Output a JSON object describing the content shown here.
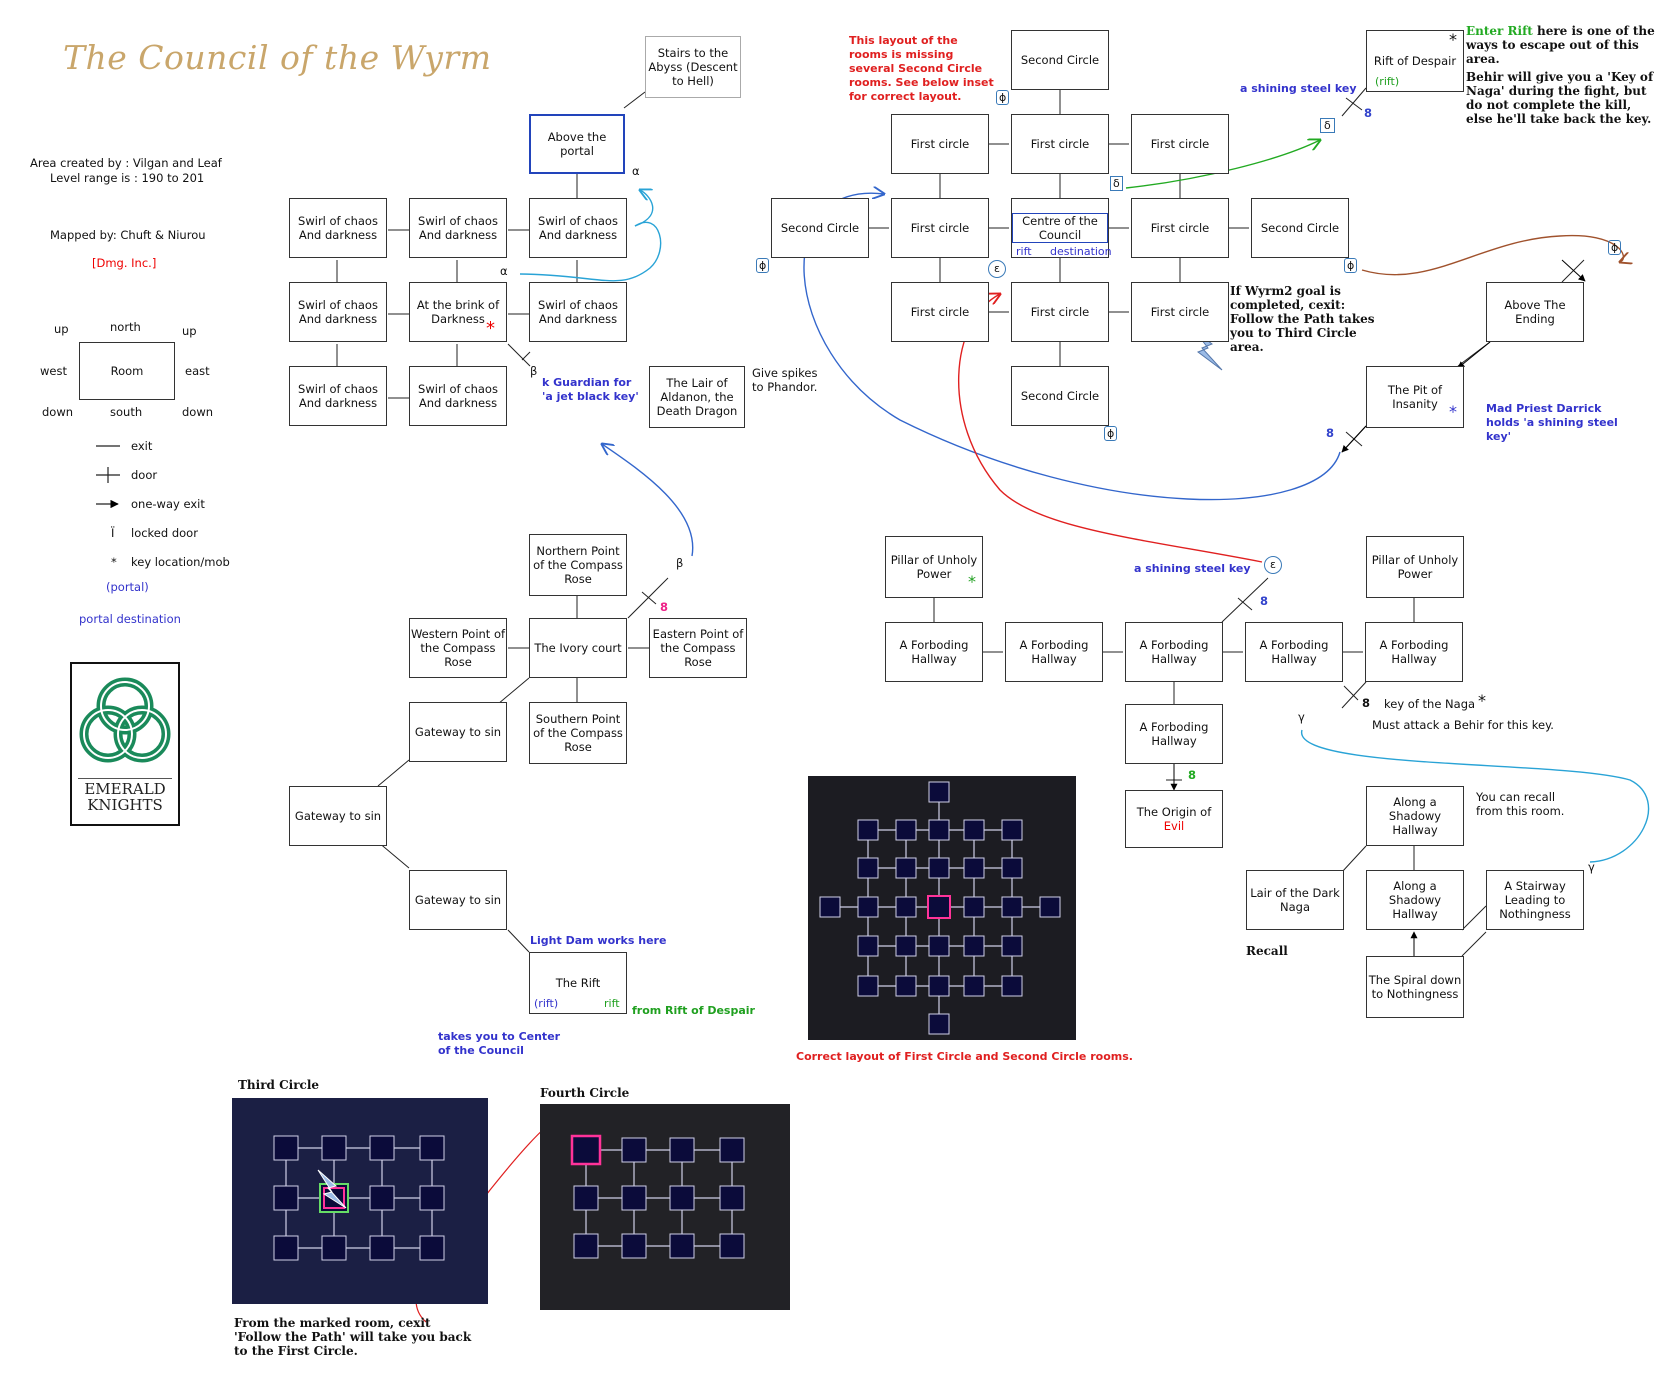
{
  "title": "The Council of the Wyrm",
  "info": {
    "area_created": "Area created by : Vilgan and Leaf",
    "level_range": "Level range is  : 190 to 201",
    "mapped_by": "Mapped by: Chuft & Niurou",
    "guild": "[Dmg. Inc.]"
  },
  "legend": {
    "up_left": "up",
    "north": "north",
    "up_right": "up",
    "west": "west",
    "room": "Room",
    "east": "east",
    "down_left": "down",
    "south": "south",
    "down_right": "down",
    "exit": "exit",
    "door": "door",
    "oneway": "one-way exit",
    "locked": "locked door",
    "locked_symbol": "Ï",
    "key": "key location/mob",
    "key_symbol": "*",
    "portal": "(portal)",
    "portal_dest": "portal destination"
  },
  "logo": {
    "line1": "EMERALD",
    "line2": "KNIGHTS"
  },
  "rooms": {
    "stairs": "Stairs to the Abyss (Descent to Hell)",
    "above_portal": "Above the portal",
    "swirl": "Swirl of chaos And darkness",
    "brink": "At the brink of Darkness",
    "lair_aldanon": "The Lair of Aldanon, the Death Dragon",
    "north_point": "Northern Point of the Compass Rose",
    "west_point": "Western Point of the Compass Rose",
    "ivory": "The Ivory court",
    "east_point": "Eastern Point of the Compass Rose",
    "south_point": "Southern Point of the Compass Rose",
    "gateway": "Gateway to sin",
    "rift": "The Rift",
    "second": "Second Circle",
    "first": "First circle",
    "centre": "Centre of the Council",
    "rift_despair": "Rift of Despair",
    "above_ending": "Above The Ending",
    "pit": "The Pit of Insanity",
    "pillar": "Pillar of Unholy Power",
    "forboding": "A Forboding Hallway",
    "origin_1": "The Origin of",
    "origin_2": "Evil",
    "shadowy": "Along a Shadowy Hallway",
    "lair_naga": "Lair of the Dark Naga",
    "stairway": "A Stairway Leading to Nothingness",
    "spiral": "The Spiral down to Nothingness"
  },
  "greek": {
    "alpha": "α",
    "beta": "β",
    "gamma": "γ",
    "delta": "δ",
    "epsilon": "ε",
    "phi": "ϕ",
    "locked_icon": "8"
  },
  "notes": {
    "guardian_1": "k Guardian for",
    "guardian_2": "'a jet black key'",
    "give_spikes_1": "Give spikes",
    "give_spikes_2": "to Phandor.",
    "layout_missing": "This layout of the rooms is missing several Second Circle rooms.  See below inset for correct layout.",
    "steel_key": "a shining steel key",
    "enter_rift_1": "Enter Rift",
    "enter_rift_2": " here is one of the ways to escape out of this area.",
    "behir": "Behir will give you a 'Key of Naga' during the fight, but do not complete the kill, else he'll take back the key.",
    "rift_label": "(rift)",
    "rift_word": "rift",
    "destination": "destination",
    "wyrm2": "If Wyrm2 goal is completed, cexit:  Follow the Path takes you to Third Circle area.",
    "mad_priest": "Mad Priest Darrick holds 'a shining steel key'",
    "key_naga": "key of the Naga",
    "behir_attack": "Must attack a Behir for this key.",
    "recall_here": "You can recall from this room.",
    "recall": "Recall",
    "light_dam": "Light Dam works here",
    "from_rift": "from Rift of Despair",
    "takes_you": "takes you to Center of the Council",
    "correct_layout": "Correct layout of First Circle and Second Circle rooms.",
    "third_circle": "Third Circle",
    "fourth_circle": "Fourth Circle",
    "from_marked": "From the marked room, cexit 'Follow the Path' will take you back to the First Circle."
  },
  "colors": {
    "blue_text": "#3333cc",
    "red_text": "#e02020",
    "green_text": "#20a020",
    "title_gold": "#c9a66b",
    "logo_green": "#1a8a5a"
  }
}
